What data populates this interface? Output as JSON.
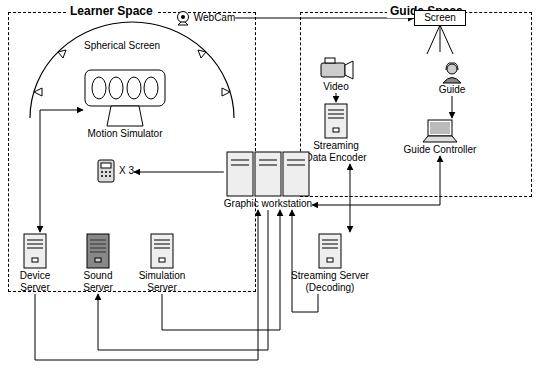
{
  "diagram": {
    "nodes": [
      {
        "text": [
          "Learner Space"
        ]
      },
      {
        "text": [
          "Motion Simulator"
        ],
        "in": 0
      },
      {
        "text": [
          "X 3"
        ],
        "in": 0
      },
      {
        "text": [
          "WebCam"
        ],
        "in": 0
      },
      {
        "text": [
          "Guide Space"
        ]
      },
      {
        "text": [
          "Screen"
        ],
        "in": 4
      },
      {
        "text": [
          "Video"
        ],
        "in": 4
      },
      {
        "text": [
          "Streaming Data Encoder"
        ],
        "in": 4
      },
      {
        "text": [
          "Guide"
        ],
        "in": 4
      },
      {
        "text": [
          "Guide Controller"
        ],
        "in": 4
      },
      {
        "text": [
          "Graphic workstation"
        ]
      },
      {
        "text": [
          "Device Server"
        ]
      },
      {
        "text": [
          "Sound Server"
        ]
      },
      {
        "text": [
          "Simulation Server"
        ]
      },
      {
        "text": [
          "Streaming Server (Decoding)"
        ]
      }
    ],
    "edges": [
      {
        "from": 3,
        "to": 5,
        "arrow": "to"
      },
      {
        "from": 6,
        "to": 7,
        "arrow": "to"
      },
      {
        "from": 8,
        "to": 9,
        "arrow": "to"
      },
      {
        "from": 10,
        "to": 2,
        "arrow": "to"
      },
      {
        "from": 7,
        "to": 14,
        "arrow": "both"
      },
      {
        "from": 9,
        "to": 10,
        "arrow": "both"
      },
      {
        "from": 11,
        "to": 1,
        "arrow": "both"
      },
      {
        "from": 11,
        "to": 10,
        "arrow": "to"
      },
      {
        "from": 10,
        "to": 12,
        "arrow": "to"
      },
      {
        "from": 13,
        "to": 10,
        "arrow": "to"
      },
      {
        "from": 14,
        "to": 10,
        "arrow": "to"
      }
    ],
    "labels": [
      "Spherical Screen"
    ]
  }
}
